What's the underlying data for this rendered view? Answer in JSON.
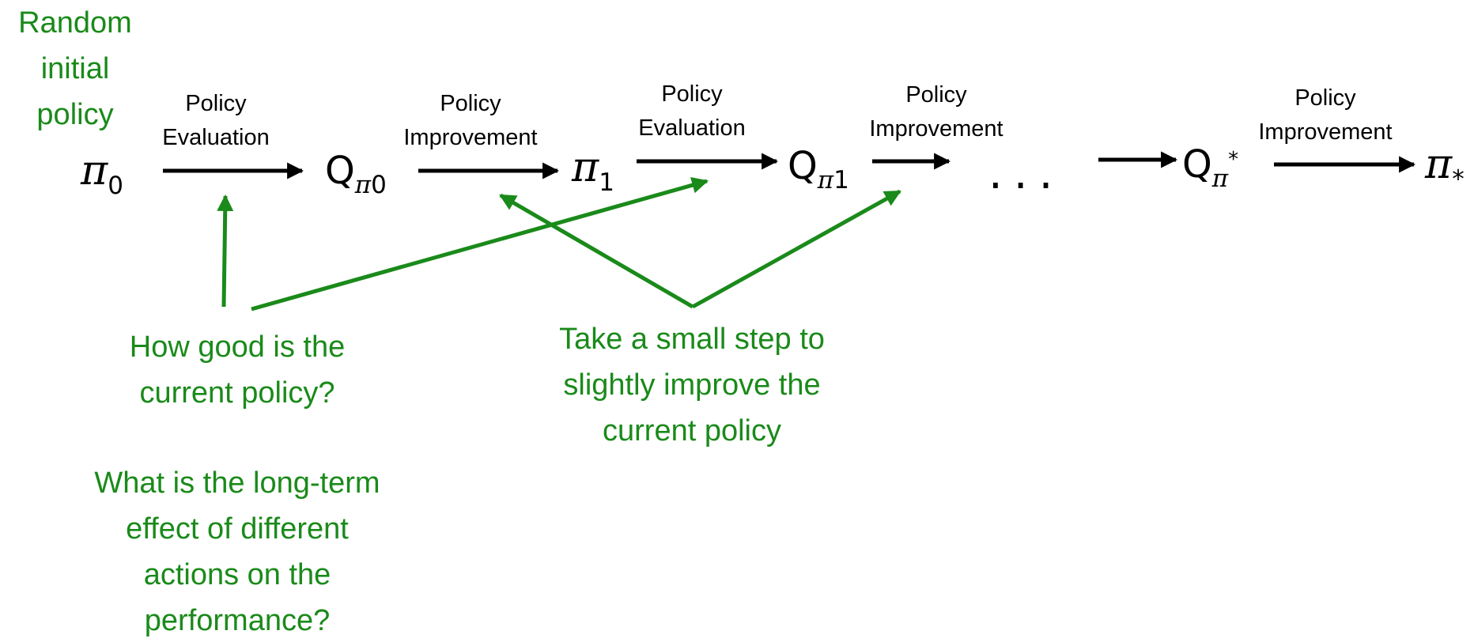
{
  "colors": {
    "annotation": "#1a8a1a",
    "flow": "#000000",
    "background": "#ffffff"
  },
  "start_label": {
    "lines": [
      "Random",
      "initial",
      "policy"
    ]
  },
  "steps": [
    {
      "lines": [
        "Policy",
        "Evaluation"
      ]
    },
    {
      "lines": [
        "Policy",
        "Improvement"
      ]
    },
    {
      "lines": [
        "Policy",
        "Evaluation"
      ]
    },
    {
      "lines": [
        "Policy",
        "Improvement"
      ]
    },
    {
      "lines": [
        "Policy",
        "Improvement"
      ]
    }
  ],
  "nodes": {
    "pi0": {
      "base": "π",
      "sub": "0"
    },
    "q_pi0": {
      "base": "Q",
      "sub_pi": "π",
      "sub": "0"
    },
    "pi1": {
      "base": "π",
      "sub": "1"
    },
    "q_pi1": {
      "base": "Q",
      "sub_pi": "π",
      "sub": "1"
    },
    "ellipsis": "...",
    "q_pistar": {
      "base": "Q",
      "sub_pi": "π",
      "sup": "*"
    },
    "pistar": {
      "base": "π",
      "sub": "*"
    }
  },
  "annotations": {
    "evaluation_note": {
      "lines": [
        "How good is the",
        "current policy?"
      ]
    },
    "improvement_note": {
      "lines": [
        "Take a small step to",
        "slightly improve the",
        "current policy"
      ]
    },
    "long_term_note": {
      "lines": [
        "What is the long-term",
        "effect of different",
        "actions on the",
        "performance?"
      ]
    }
  }
}
